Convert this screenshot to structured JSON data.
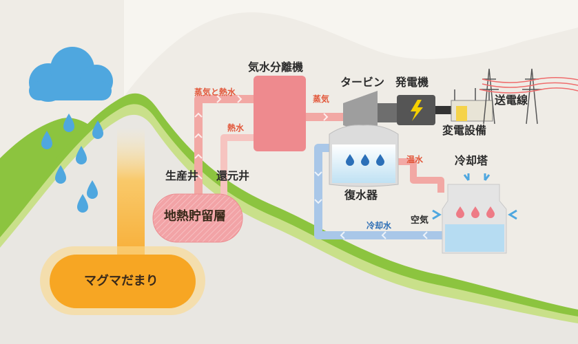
{
  "labels": {
    "separator": "気水分離機",
    "steam_and_hot_water": "蒸気と熱水",
    "hot_water": "熱水",
    "steam": "蒸気",
    "turbine": "タービン",
    "generator": "発電機",
    "transmission_line": "送電線",
    "substation": "変電設備",
    "warm_water": "温水",
    "cooling_tower": "冷却塔",
    "condenser": "復水器",
    "air": "空気",
    "cooling_water": "冷却水",
    "production_well": "生産井",
    "reinjection_well": "還元井",
    "geothermal_reservoir": "地熱貯留層",
    "magma_chamber": "マグマだまり"
  },
  "colors": {
    "mountain_green": "#8cc43f",
    "steam_pipe": "#f2a8a4",
    "cooling_pipe": "#a9c7e8",
    "magma": "#f6a623",
    "rain": "#4fa7df"
  }
}
